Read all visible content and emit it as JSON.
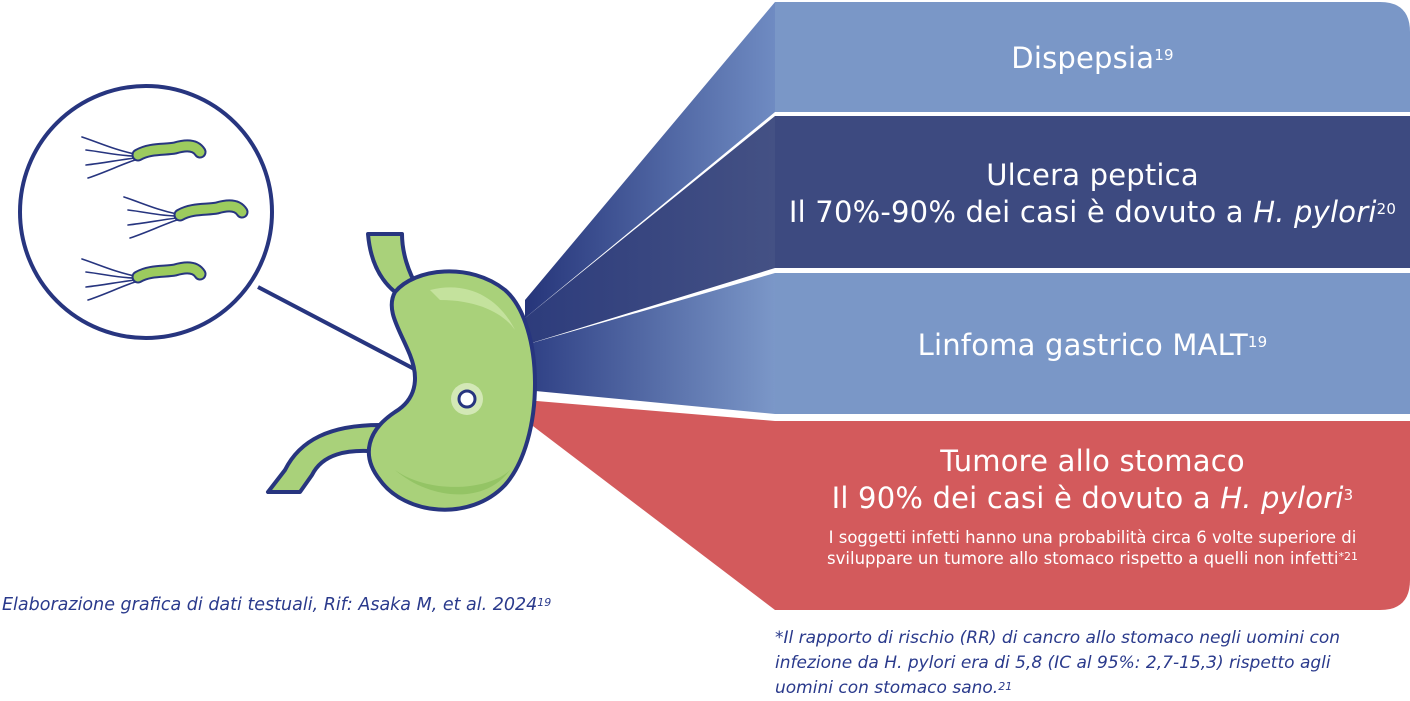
{
  "panels": [
    {
      "title": "Dispepsia",
      "ref": "19"
    },
    {
      "title": "Ulcera peptica",
      "line2_prefix": "Il 70%-90% dei casi è dovuto a ",
      "line2_italic": "H. pylori",
      "ref": "20"
    },
    {
      "title": "Linfoma gastrico MALT",
      "ref": "19"
    },
    {
      "title": "Tumore allo stomaco",
      "line2_prefix": "Il 90% dei casi è dovuto a ",
      "line2_italic": "H. pylori",
      "ref": "3",
      "note_line1": "I soggetti infetti hanno una probabilità circa 6 volte superiore di",
      "note_line2": "sviluppare un tumore allo stomaco rispetto a quelli non infetti",
      "note_ref": "*21"
    }
  ],
  "source": {
    "text": "Elaborazione grafica di dati testuali, Rif: Asaka M, et al. 2024",
    "ref": "19"
  },
  "footnote": {
    "line1": "*Il rapporto di rischio (RR) di cancro allo stomaco negli uomini con",
    "line2": "infezione da H. pylori era di 5,8 (IC al 95%: 2,7-15,3) rispetto agli",
    "line3": "uomini con stomaco sano.",
    "ref": "21"
  },
  "colors": {
    "light_blue": "#7a97c7",
    "dark_blue": "#3d4a80",
    "red": "#d35a5c",
    "stomach_green": "#a9d17a",
    "outline_navy": "#27357f",
    "bacteria_green": "#9ccb5e"
  },
  "icons": [
    "magnifier-circle",
    "bacteria",
    "stomach"
  ]
}
